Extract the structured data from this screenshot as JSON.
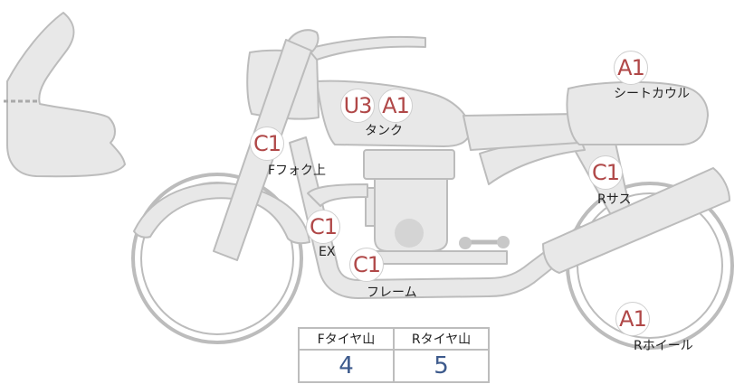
{
  "badges": [
    {
      "id": "tank-u3",
      "grade": "U3"
    },
    {
      "id": "tank-a1",
      "grade": "A1"
    },
    {
      "id": "cowl-a1",
      "grade": "A1"
    },
    {
      "id": "fork-c1",
      "grade": "C1"
    },
    {
      "id": "rsus-c1",
      "grade": "C1"
    },
    {
      "id": "ex-c1",
      "grade": "C1"
    },
    {
      "id": "frame-c1",
      "grade": "C1"
    },
    {
      "id": "rwheel-a1",
      "grade": "A1"
    }
  ],
  "labels": {
    "tank": "タンク",
    "seat_cowl": "シートカウル",
    "front_fork_upper": "Fフォク上",
    "rear_suspension": "Rサス",
    "exhaust": "EX",
    "frame": "フレーム",
    "rear_wheel": "Rホイール"
  },
  "tire_table": {
    "headers": [
      "Fタイヤ山",
      "Rタイヤ山"
    ],
    "values": [
      "4",
      "5"
    ]
  },
  "colors": {
    "part_fill": "#e8e8e8",
    "part_stroke": "#bcbcbc",
    "badge_text": "#b04848",
    "value_text": "#3d5a8c"
  }
}
